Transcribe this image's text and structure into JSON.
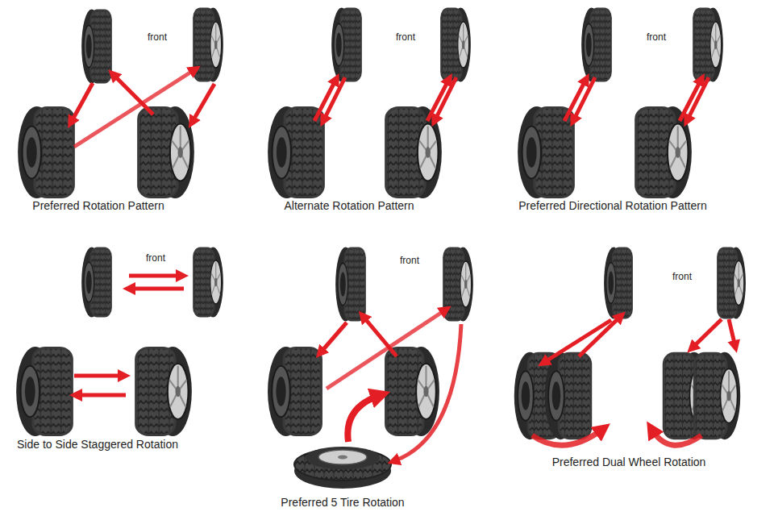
{
  "diagram": {
    "labels": [
      "front",
      "front",
      "front",
      "Preferred Rotation Pattern",
      "Alternate Rotation Pattern",
      "Preferred Directional Rotation Pattern",
      "front",
      "front",
      "front",
      "Side to Side Staggered Rotation",
      "Preferred 5 Tire Rotation",
      "Preferred Dual Wheel Rotation"
    ]
  }
}
